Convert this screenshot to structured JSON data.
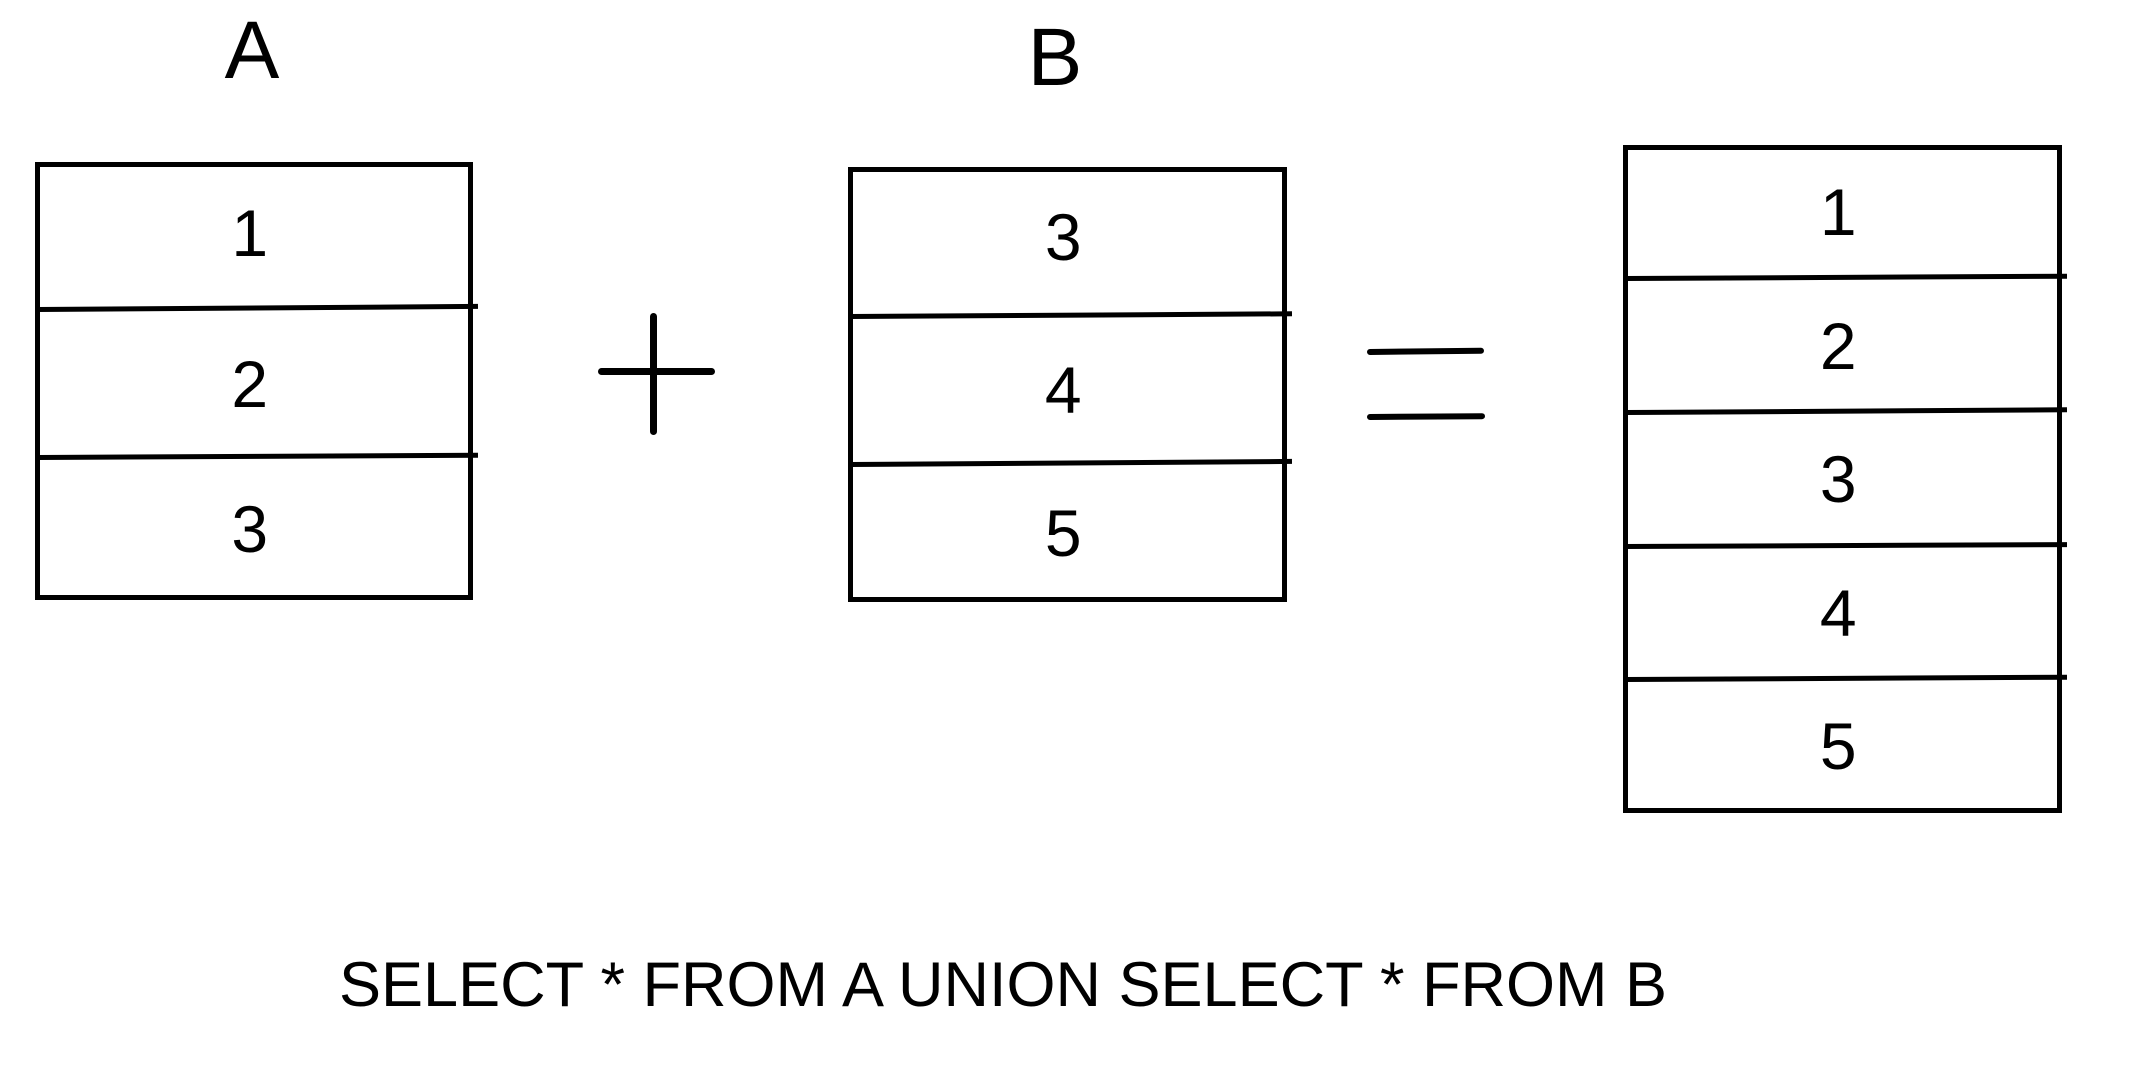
{
  "colors": {
    "background": "#ffffff",
    "ink": "#000000"
  },
  "table_a": {
    "label": "A",
    "rows": [
      "1",
      "2",
      "3"
    ]
  },
  "table_b": {
    "label": "B",
    "rows": [
      "3",
      "4",
      "5"
    ]
  },
  "operators": {
    "plus": "+",
    "equals": "="
  },
  "result_table": {
    "rows": [
      "1",
      "2",
      "3",
      "4",
      "5"
    ]
  },
  "caption": "SELECT * FROM A UNION SELECT * FROM B"
}
